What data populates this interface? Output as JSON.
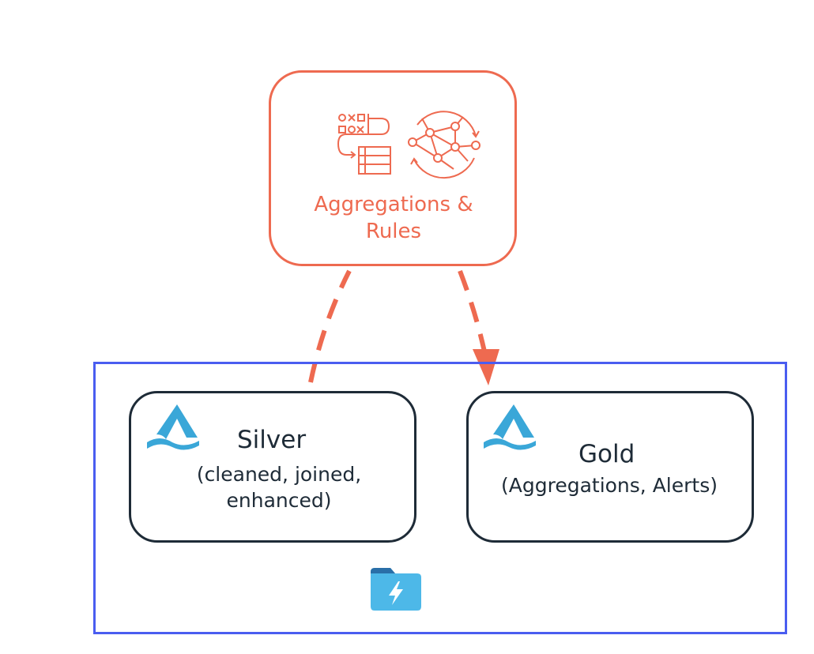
{
  "colors": {
    "accent_orange": "#ee6a50",
    "container_blue": "#4a5df0",
    "box_border_dark": "#1e2b37",
    "delta_logo_blue": "#3aa7d8",
    "storage_icon_blue": "#4db8e8"
  },
  "rules_node": {
    "title": "Aggregations &\nRules",
    "icons": [
      "rules-flow-icon",
      "network-graph-icon"
    ]
  },
  "silver_node": {
    "title": "Silver",
    "subtitle": "(cleaned, joined,\nenhanced)",
    "icon": "delta-lake-icon"
  },
  "gold_node": {
    "title": "Gold",
    "subtitle": "(Aggregations, Alerts)",
    "icon": "delta-lake-icon"
  },
  "container": {
    "icon": "storage-folder-icon"
  },
  "connectors": [
    {
      "from": "silver_node",
      "to": "rules_node",
      "style": "dashed",
      "arrowhead": false
    },
    {
      "from": "rules_node",
      "to": "gold_node",
      "style": "dashed",
      "arrowhead": true
    }
  ]
}
